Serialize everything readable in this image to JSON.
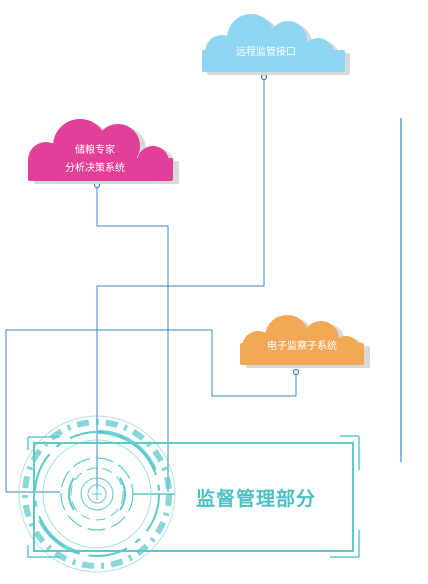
{
  "clouds": {
    "remote": {
      "label": "远程监管接口",
      "color": "#8fd6f2"
    },
    "expert": {
      "label_line1": "储粮专家",
      "label_line2": "分析决策系统",
      "color": "#e23f98"
    },
    "electronic": {
      "label": "电子监察子系统",
      "color": "#f2a956"
    }
  },
  "hub": {
    "title": "监督管理部分",
    "accent": "#5cc9cb"
  },
  "colors": {
    "connector": "#3a86c8",
    "shadow": "#d9d9d9"
  }
}
